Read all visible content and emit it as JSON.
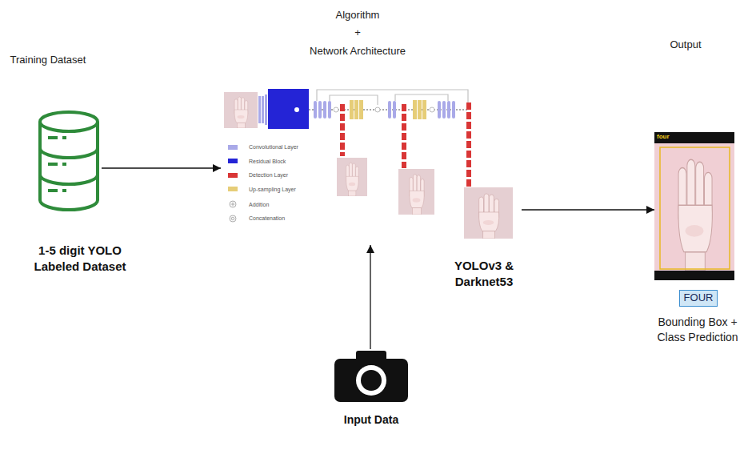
{
  "diagram": {
    "nodes": [
      {
        "text": [
          "1-5 digit YOLO Labeled Dataset"
        ]
      },
      {
        "text": [
          "YOLOv3 & Darknet53"
        ]
      },
      {
        "text": [
          "Input Data"
        ]
      },
      {
        "text": [
          "four"
        ]
      },
      {
        "text": [
          "FOUR"
        ]
      }
    ],
    "edges": [
      {
        "from": 0,
        "to": 1,
        "arrow": "to"
      },
      {
        "from": 2,
        "to": 1,
        "arrow": "to"
      },
      {
        "from": 1,
        "to": 3,
        "arrow": "to"
      }
    ],
    "labels": [
      "Training Dataset",
      "Algorithm",
      "+",
      "Network Architecture",
      "Output",
      "Bounding Box + Class Prediction"
    ],
    "legend": [
      {
        "text": "Convolutional Layer",
        "color": "#a9a9e8"
      },
      {
        "text": "Residual Block",
        "color": "#2424d6"
      },
      {
        "text": "Detection Layer",
        "color": "#d93636"
      },
      {
        "text": "Up-sampling Layer",
        "color": "#e6cd78"
      },
      {
        "text": "Addition"
      },
      {
        "text": "Concatenation"
      }
    ]
  }
}
